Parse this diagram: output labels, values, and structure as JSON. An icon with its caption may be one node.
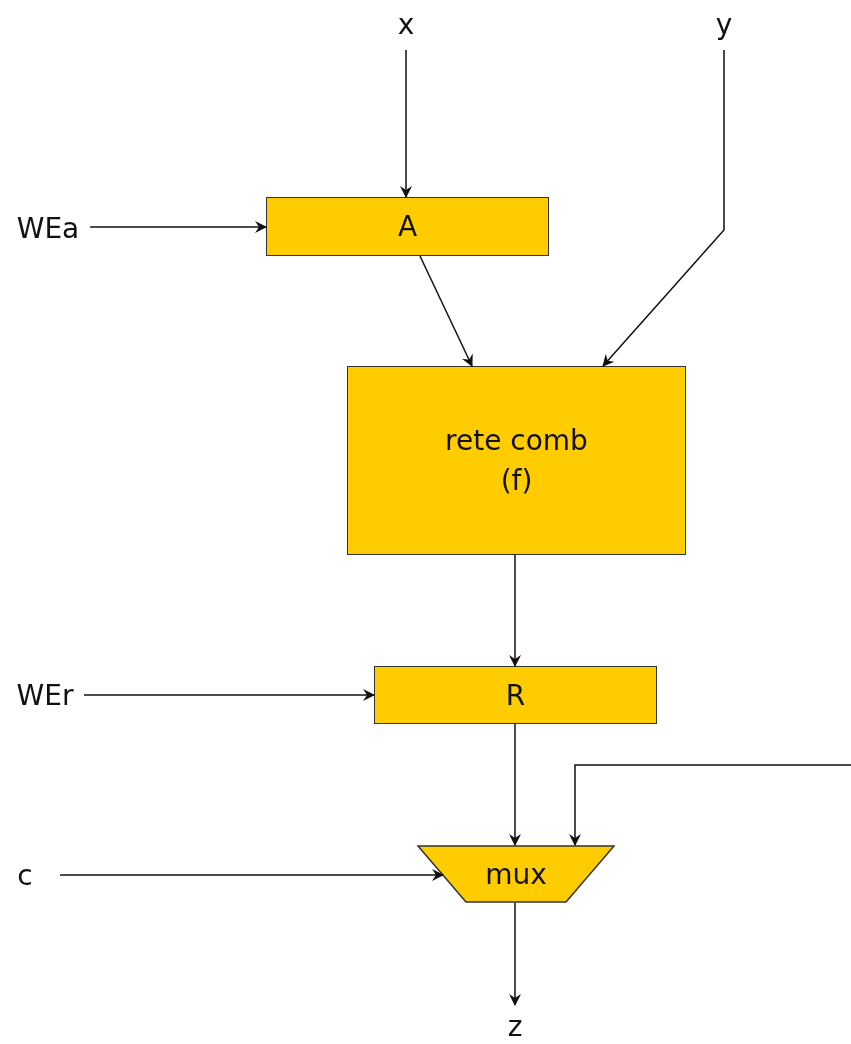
{
  "diagram": {
    "nodes": [
      {
        "text": [
          "x"
        ]
      },
      {
        "text": [
          "y"
        ]
      },
      {
        "text": [
          "WEa"
        ]
      },
      {
        "text": [
          "A"
        ]
      },
      {
        "text": [
          "rete comb (f)"
        ]
      },
      {
        "text": [
          "WEr"
        ]
      },
      {
        "text": [
          "R"
        ]
      },
      {
        "text": [
          "c"
        ]
      },
      {
        "text": [
          "mux"
        ]
      },
      {
        "text": [
          "z"
        ]
      }
    ],
    "edges": [
      {
        "from": 0,
        "to": 3,
        "arrow": "to"
      },
      {
        "from": 2,
        "to": 3,
        "arrow": "to"
      },
      {
        "from": 3,
        "to": 4,
        "arrow": "to"
      },
      {
        "from": 1,
        "to": 4,
        "arrow": "to"
      },
      {
        "from": 4,
        "to": 6,
        "arrow": "to"
      },
      {
        "from": 5,
        "to": 6,
        "arrow": "to"
      },
      {
        "from": 6,
        "to": 8,
        "arrow": "to"
      },
      {
        "from": null,
        "to": 8,
        "arrow": "to"
      },
      {
        "from": 7,
        "to": 8,
        "arrow": "to"
      },
      {
        "from": 8,
        "to": 9,
        "arrow": "to"
      }
    ]
  }
}
